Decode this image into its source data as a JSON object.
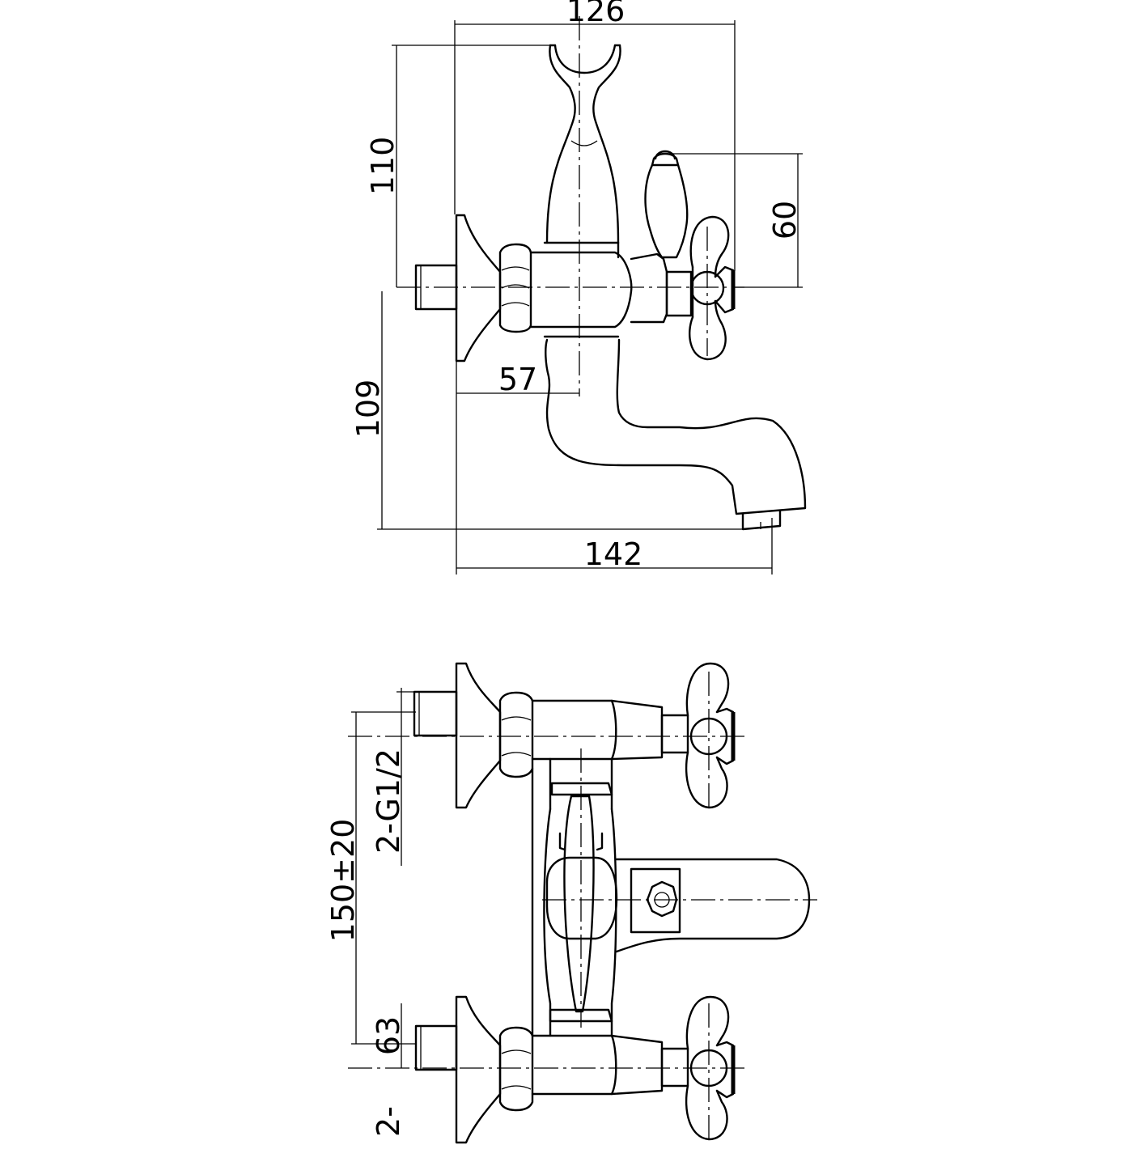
{
  "dimensions": {
    "top_width": "126",
    "holder_height": "110",
    "handle_height": "60",
    "spout_height": "109",
    "body_offset": "57",
    "overall_length": "142",
    "centers": "150±20",
    "thread_upper": "2-G1/2",
    "thread_lower_prefix": "2-",
    "thread_lower_size": "63"
  },
  "stroke_color": "#000000",
  "background_color": "#ffffff"
}
